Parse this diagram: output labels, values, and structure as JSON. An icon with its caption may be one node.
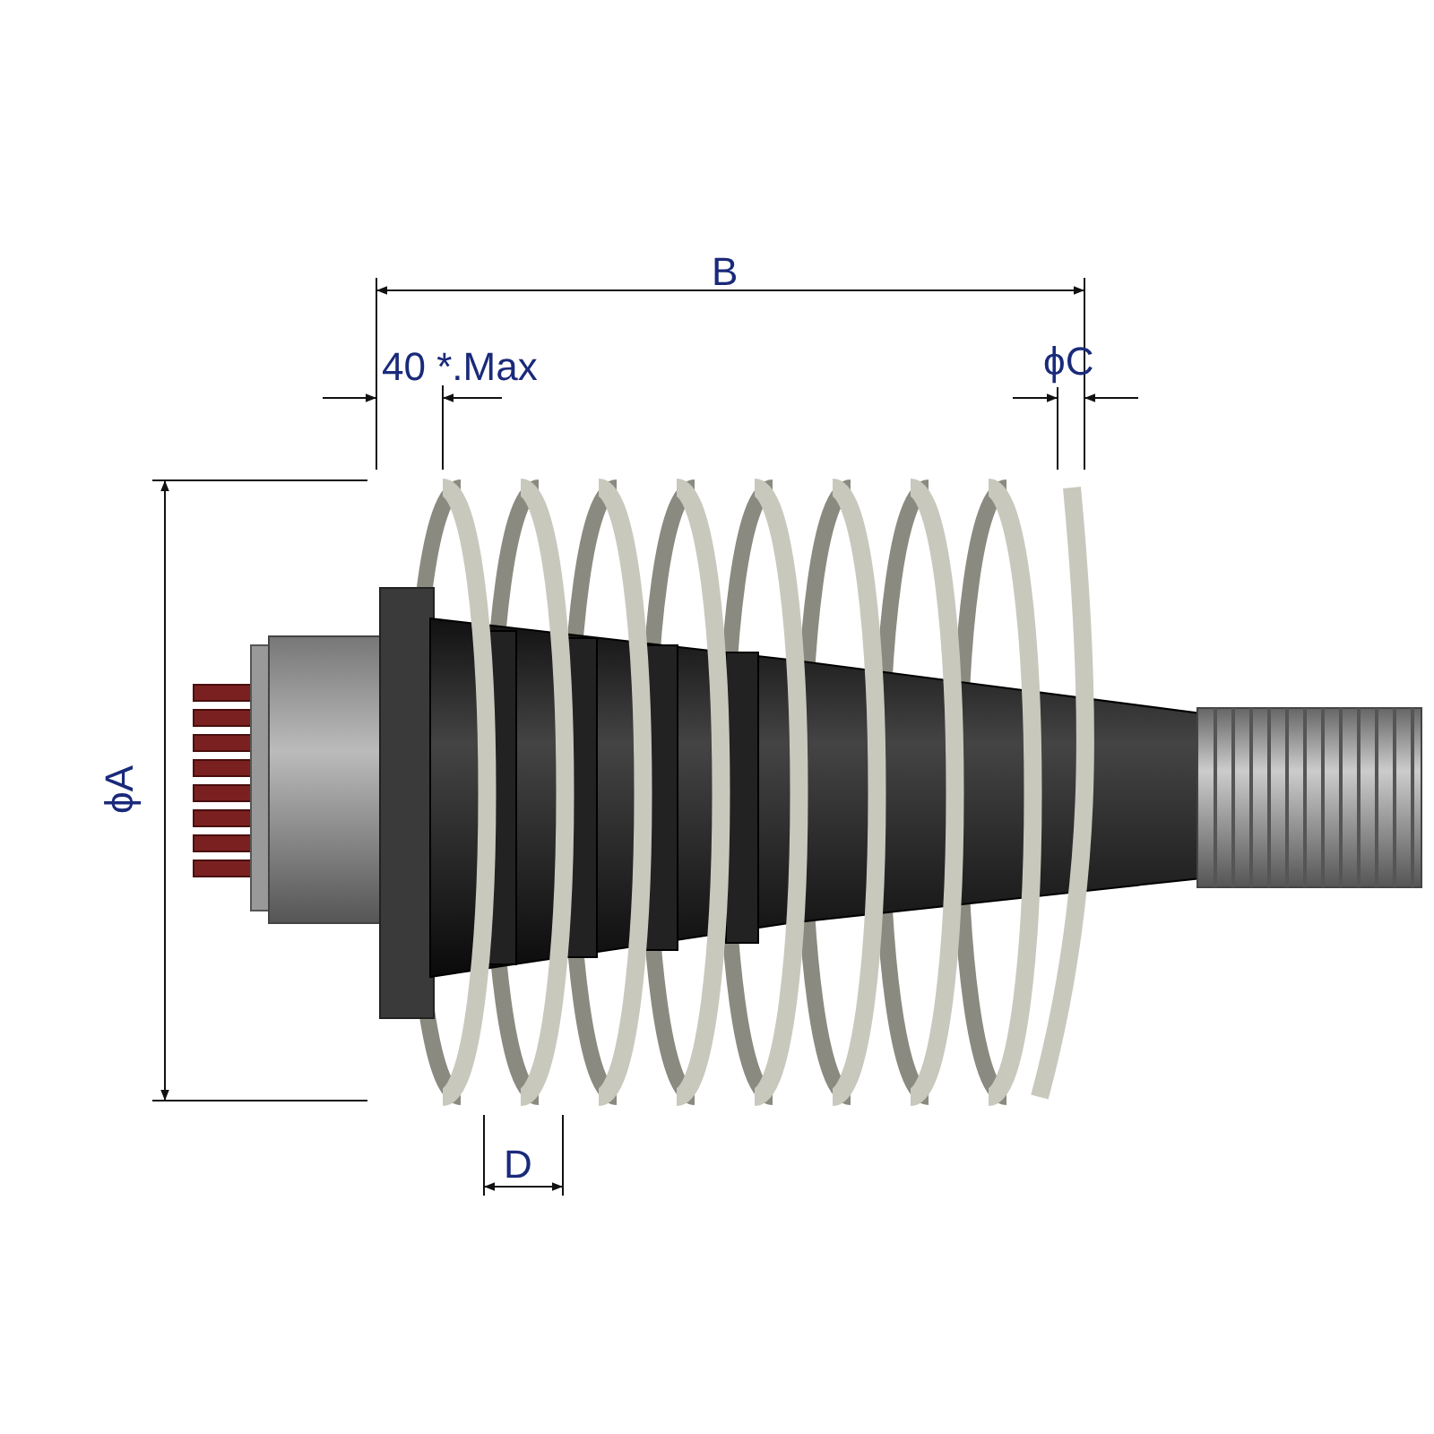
{
  "diagram": {
    "labels": [
      "B",
      "40 *.Max",
      "ϕC",
      "ϕA",
      "D"
    ]
  }
}
